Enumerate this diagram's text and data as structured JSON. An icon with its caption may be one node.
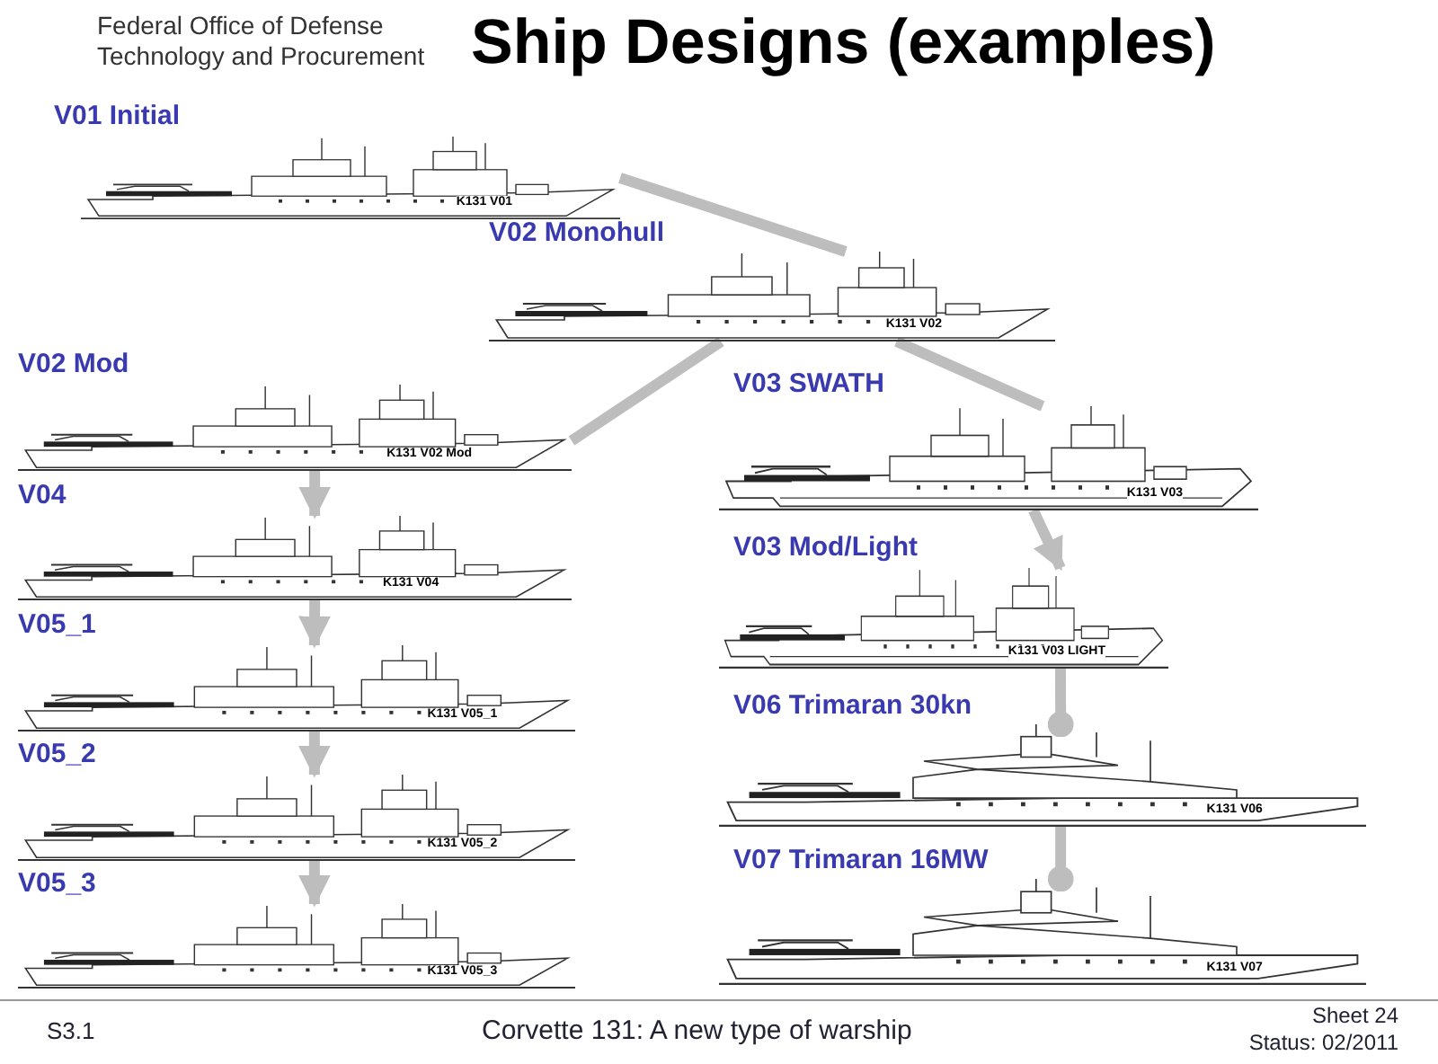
{
  "diagram": {
    "title": "Ship Designs (examples)",
    "nodes": [
      {
        "text": [
          "K131 V01"
        ],
        "beside": [
          "V01 Initial"
        ]
      },
      {
        "text": [
          "K131 V02"
        ],
        "beside": [
          "V02 Monohull"
        ]
      },
      {
        "text": [
          "K131 V02 Mod"
        ],
        "beside": [
          "V02 Mod"
        ]
      },
      {
        "text": [
          "K131 V03"
        ],
        "beside": [
          "V03 SWATH"
        ]
      },
      {
        "text": [
          "K131 V04"
        ],
        "beside": [
          "V04"
        ]
      },
      {
        "text": [
          "K131 V03 LIGHT"
        ],
        "beside": [
          "V03 Mod/Light"
        ]
      },
      {
        "text": [
          "K131 V05_1"
        ],
        "beside": [
          "V05_1"
        ]
      },
      {
        "text": [
          "K131 V06"
        ],
        "beside": [
          "V06 Trimaran 30kn"
        ]
      },
      {
        "text": [
          "K131 V05_2"
        ],
        "beside": [
          "V05_2"
        ]
      },
      {
        "text": [
          "K131 V07"
        ],
        "beside": [
          "V07 Trimaran 16MW"
        ]
      },
      {
        "text": [
          "K131 V05_3"
        ],
        "beside": [
          "V05_3"
        ]
      }
    ],
    "edges": [
      {
        "from": 0,
        "to": 1,
        "arrow": "none"
      },
      {
        "from": 1,
        "to": 2,
        "arrow": "none"
      },
      {
        "from": 1,
        "to": 3,
        "arrow": "none"
      },
      {
        "from": 3,
        "to": 5,
        "arrow": "to"
      },
      {
        "from": 5,
        "to": 7,
        "arrow": "other"
      },
      {
        "from": 7,
        "to": 9,
        "arrow": "other"
      },
      {
        "from": 2,
        "to": 4,
        "arrow": "to"
      },
      {
        "from": 4,
        "to": 6,
        "arrow": "to"
      },
      {
        "from": 6,
        "to": 8,
        "arrow": "to"
      },
      {
        "from": 8,
        "to": 10,
        "arrow": "to"
      }
    ],
    "labels": [
      "Federal Office of Defense Technology and Procurement",
      "S3.1",
      "Corvette 131: A new type of warship",
      "Sheet 24",
      "Status: 02/2011"
    ]
  }
}
